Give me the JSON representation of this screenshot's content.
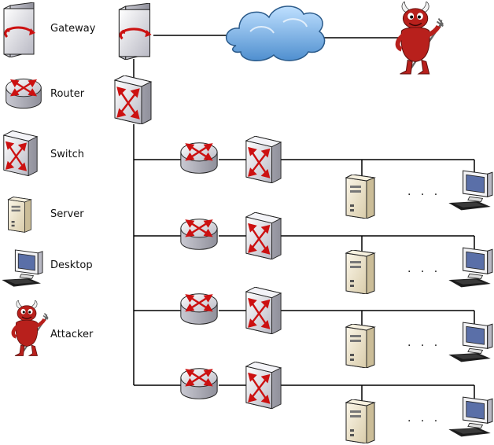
{
  "legend": {
    "gateway": "Gateway",
    "router": "Router",
    "switch": "Switch",
    "server": "Server",
    "desktop": "Desktop",
    "attacker": "Attacker"
  },
  "ellipsis": ". . .",
  "colors": {
    "line": "#000000",
    "device_red": "#cc1111",
    "device_metal": "#e8e8ee",
    "server_beige": "#efe6cf",
    "cloud_blue": "#6fa8dc",
    "devil_red": "#b8201c"
  },
  "icons": [
    "gateway-icon",
    "router-icon",
    "switch-icon",
    "server-icon",
    "desktop-icon",
    "attacker-icon",
    "cloud-icon"
  ]
}
